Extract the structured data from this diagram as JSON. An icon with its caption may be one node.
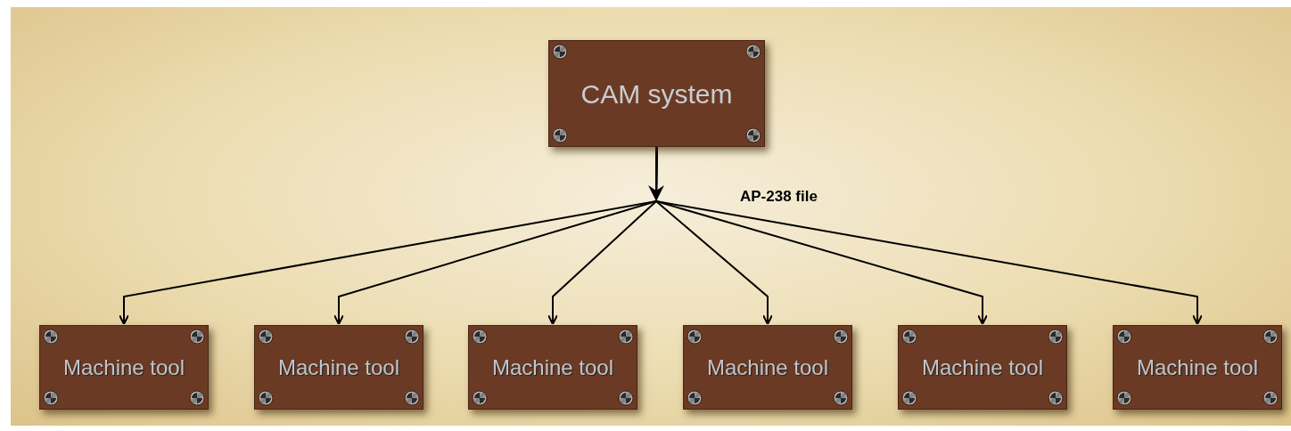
{
  "diagram": {
    "nodes": [
      {
        "text": [
          "CAM system"
        ]
      },
      {
        "text": [
          "Machine tool"
        ]
      },
      {
        "text": [
          "Machine tool"
        ]
      },
      {
        "text": [
          "Machine tool"
        ]
      },
      {
        "text": [
          "Machine tool"
        ]
      },
      {
        "text": [
          "Machine tool"
        ]
      },
      {
        "text": [
          "Machine tool"
        ]
      }
    ],
    "edges": [
      {
        "from": 0,
        "to": 1,
        "arrow": "to"
      },
      {
        "from": 0,
        "to": 2,
        "arrow": "to"
      },
      {
        "from": 0,
        "to": 3,
        "arrow": "to"
      },
      {
        "from": 0,
        "to": 4,
        "arrow": "to"
      },
      {
        "from": 0,
        "to": 5,
        "arrow": "to"
      },
      {
        "from": 0,
        "to": 6,
        "arrow": "to",
        "label": "AP-238 file"
      }
    ]
  }
}
